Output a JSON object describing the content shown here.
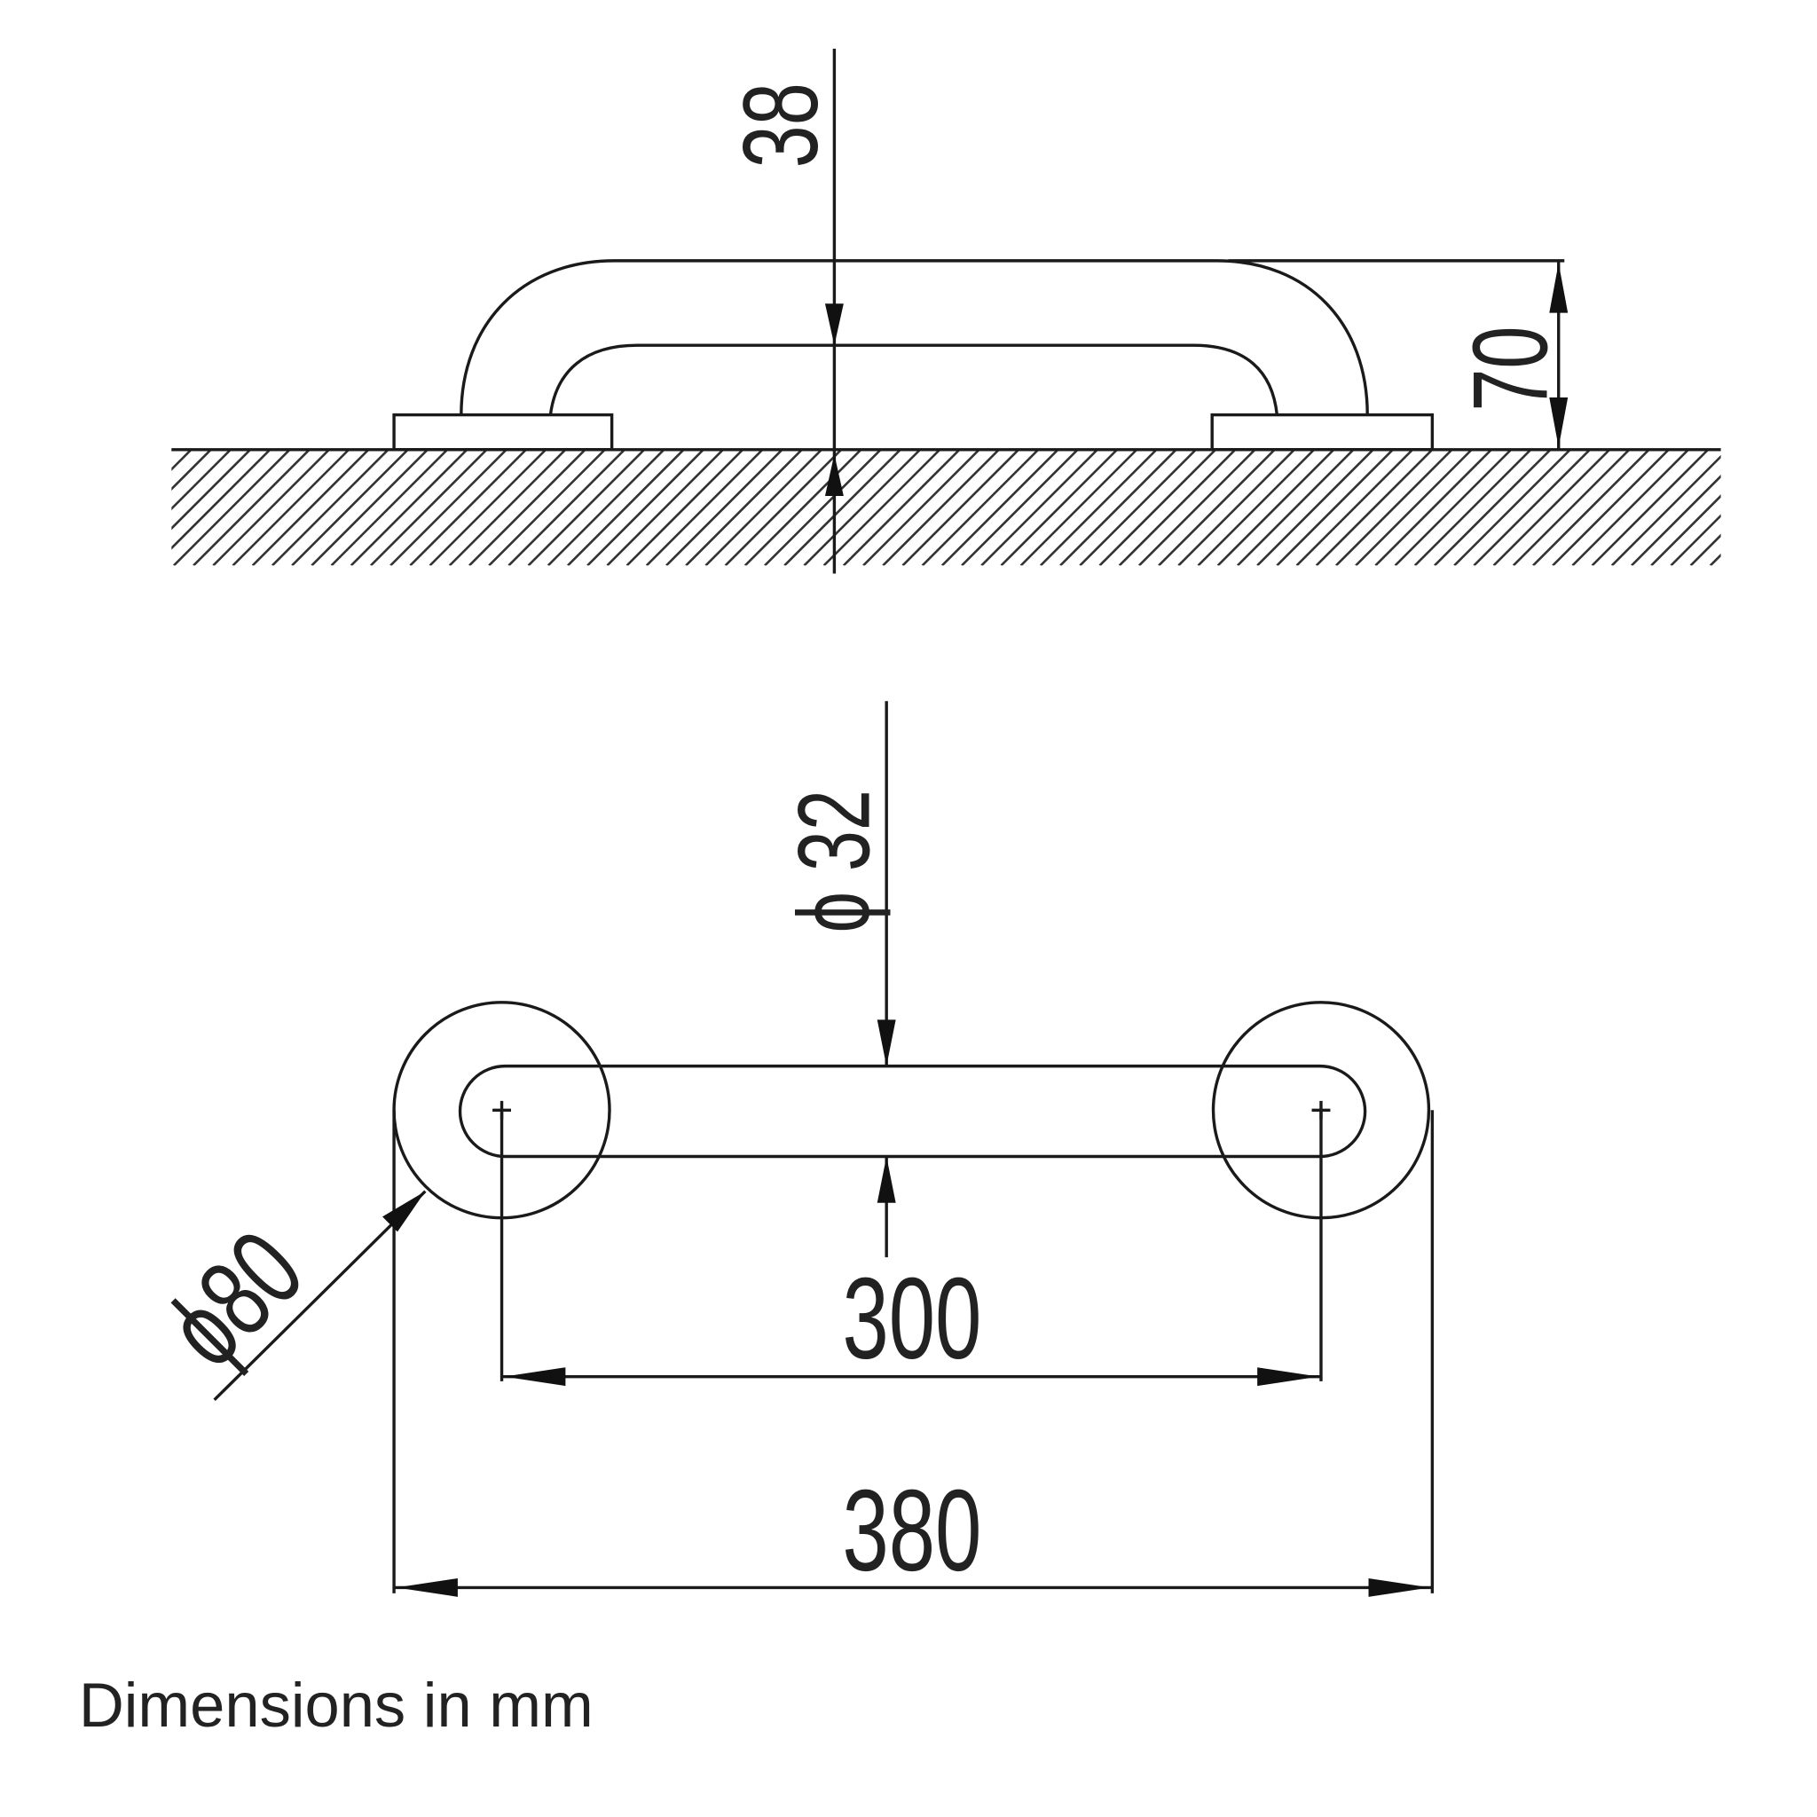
{
  "side_view": {
    "tube_offset_label": "38",
    "height_label": "70"
  },
  "top_view": {
    "tube_diameter_label": "ϕ 32",
    "flange_diameter_label": "ϕ80",
    "center_distance_label": "300",
    "overall_length_label": "380"
  },
  "note": "Dimensions in mm"
}
